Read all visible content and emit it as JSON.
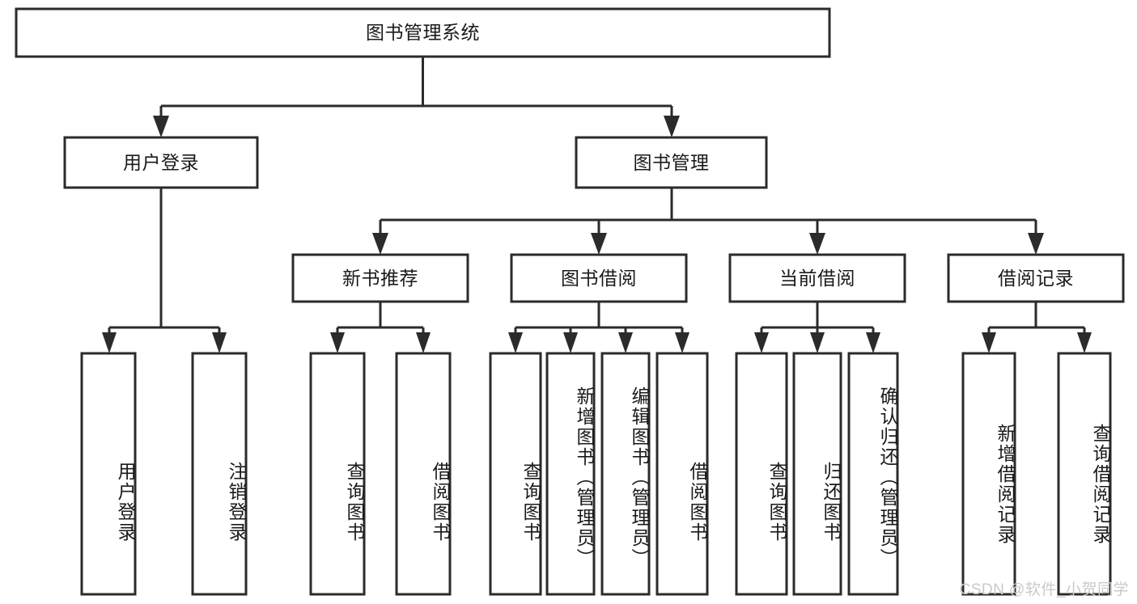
{
  "diagram": {
    "title": "图书管理系统",
    "type": "tree-hierarchy-chart",
    "root": {
      "label": "图书管理系统"
    },
    "level2": [
      {
        "label": "用户登录"
      },
      {
        "label": "图书管理"
      }
    ],
    "level3": [
      {
        "label": "新书推荐",
        "parent": "图书管理"
      },
      {
        "label": "图书借阅",
        "parent": "图书管理"
      },
      {
        "label": "当前借阅",
        "parent": "图书管理"
      },
      {
        "label": "借阅记录",
        "parent": "图书管理"
      }
    ],
    "leaves": [
      {
        "label": "用户登录",
        "parent": "用户登录"
      },
      {
        "label": "注销登录",
        "parent": "用户登录"
      },
      {
        "label": "查询图书",
        "parent": "新书推荐"
      },
      {
        "label": "借阅图书",
        "parent": "新书推荐"
      },
      {
        "label": "查询图书",
        "parent": "图书借阅"
      },
      {
        "label": "新增图书（管理员）",
        "parent": "图书借阅"
      },
      {
        "label": "编辑图书（管理员）",
        "parent": "图书借阅"
      },
      {
        "label": "借阅图书",
        "parent": "图书借阅"
      },
      {
        "label": "查询图书",
        "parent": "当前借阅"
      },
      {
        "label": "归还图书",
        "parent": "当前借阅"
      },
      {
        "label": "确认归还（管理员）",
        "parent": "当前借阅"
      },
      {
        "label": "新增借阅记录",
        "parent": "借阅记录"
      },
      {
        "label": "查询借阅记录",
        "parent": "借阅记录"
      }
    ],
    "watermark": "CSDN @软件_小贺同学",
    "colors": {
      "stroke": "#2b2b2b",
      "fill": "#ffffff",
      "text": "#1a1a1a",
      "watermark": "#c9c9c9"
    }
  }
}
